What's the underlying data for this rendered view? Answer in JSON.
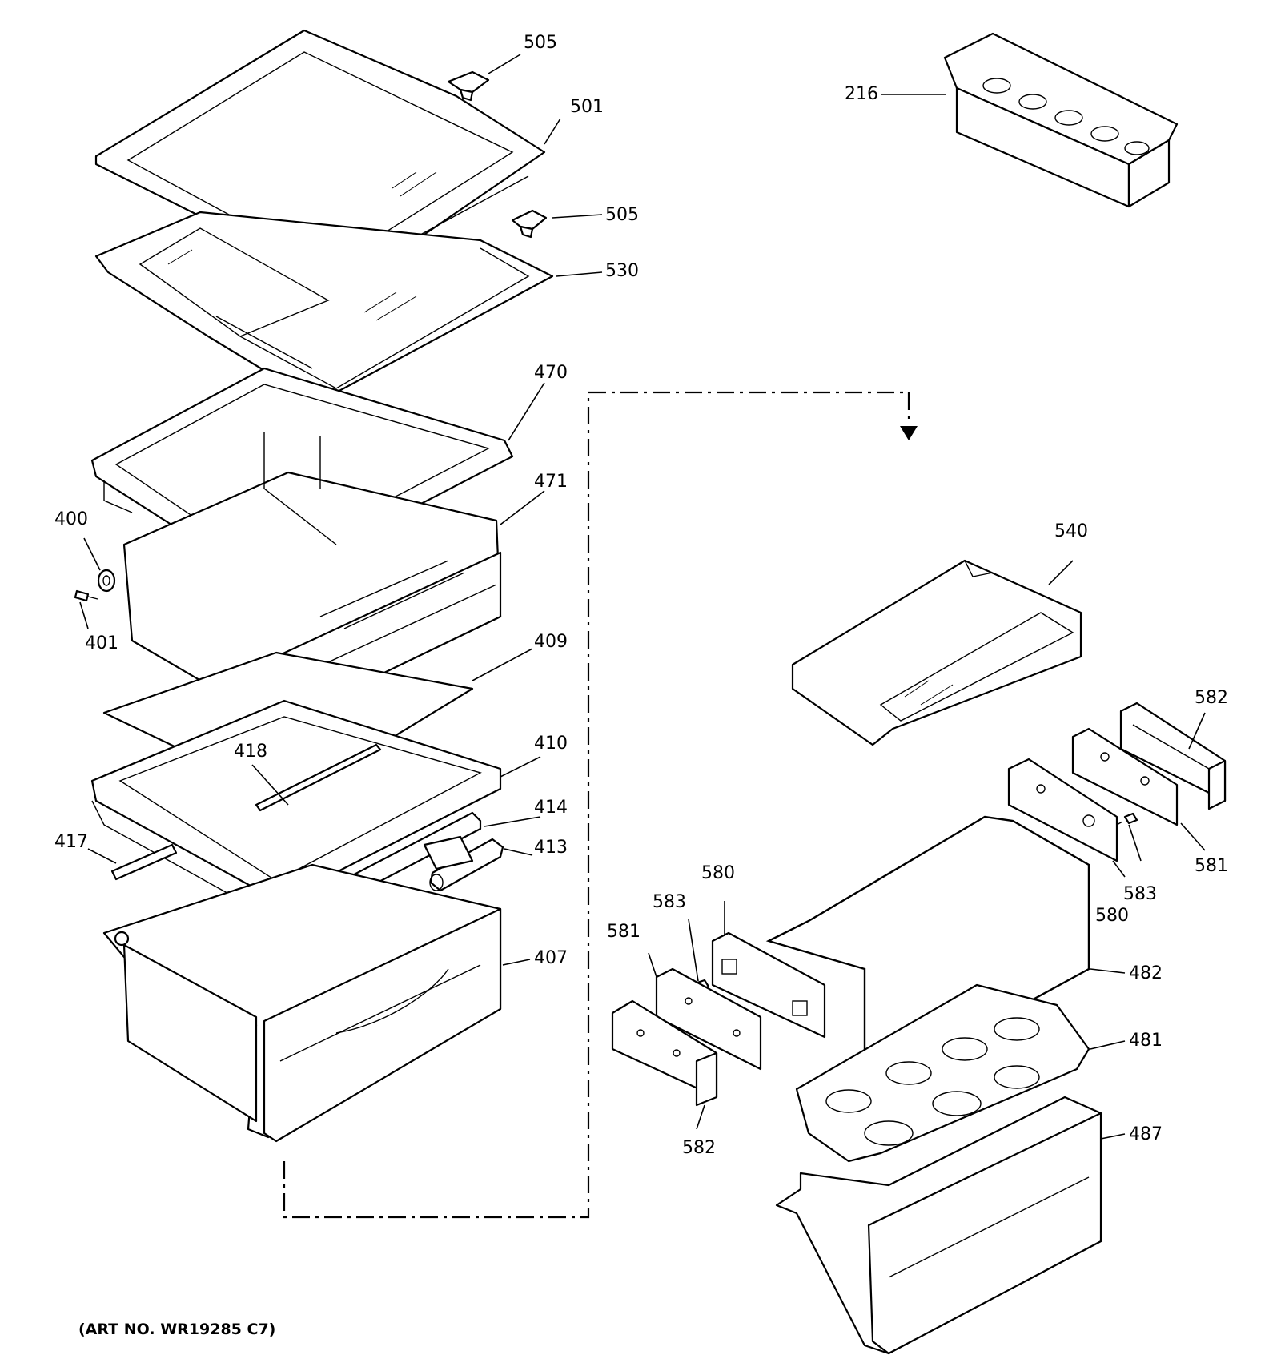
{
  "art_number": "(ART NO. WR19285 C7)",
  "callouts": {
    "c505a": "505",
    "c501": "501",
    "c505b": "505",
    "c530": "530",
    "c216": "216",
    "c470": "470",
    "c471": "471",
    "c400": "400",
    "c401": "401",
    "c409": "409",
    "c540": "540",
    "c418": "418",
    "c410": "410",
    "c582a": "582",
    "c414": "414",
    "c417": "417",
    "c413": "413",
    "c580a": "580",
    "c583a": "583",
    "c581a": "581",
    "c583b": "583",
    "c581b": "581",
    "c580b": "580",
    "c407": "407",
    "c482": "482",
    "c481": "481",
    "c487": "487",
    "c582b": "582"
  }
}
